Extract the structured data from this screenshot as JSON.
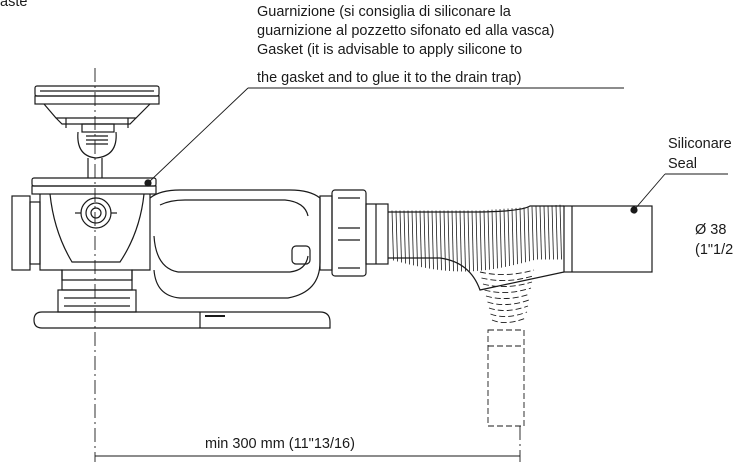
{
  "labels": {
    "corner_fragment": "aste",
    "gasket_it_line1": "Guarnizione (si consiglia di siliconare la",
    "gasket_it_line2": "guarnizione al pozzetto sifonato ed alla vasca)",
    "gasket_en_line1": "Gasket (it is advisable to apply silicone to",
    "gasket_en_line2": "the gasket and to glue it to the drain trap)",
    "seal_it": "Siliconare",
    "seal_en": "Seal",
    "diameter": "Ø 38",
    "diameter_inch": "(1\"1/2",
    "min_distance": "min 300 mm (11\"13/16)"
  }
}
